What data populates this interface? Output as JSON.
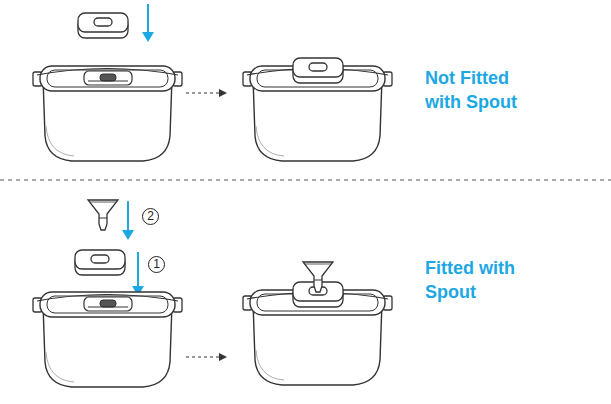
{
  "diagram": {
    "labels": [
      "Not Fitted with Spout",
      "2",
      "1",
      "Fitted with Spout"
    ]
  }
}
